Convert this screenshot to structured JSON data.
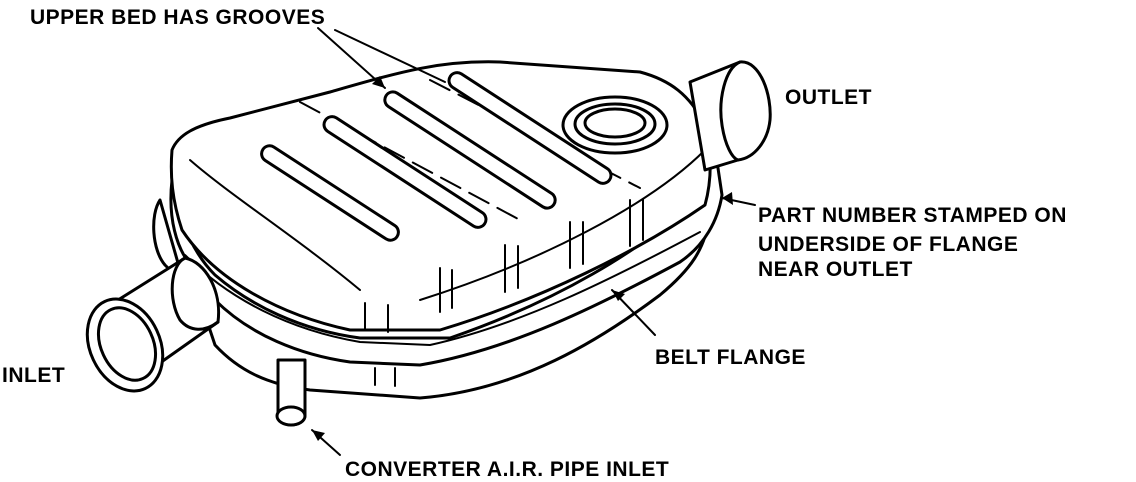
{
  "labels": {
    "upper_bed": "UPPER BED HAS GROOVES",
    "outlet": "OUTLET",
    "part_number_line1": "PART NUMBER STAMPED ON",
    "part_number_line2": "UNDERSIDE OF FLANGE",
    "part_number_line3": "NEAR OUTLET",
    "belt_flange": "BELT FLANGE",
    "inlet": "INLET",
    "air_pipe": "CONVERTER A.I.R. PIPE INLET"
  }
}
